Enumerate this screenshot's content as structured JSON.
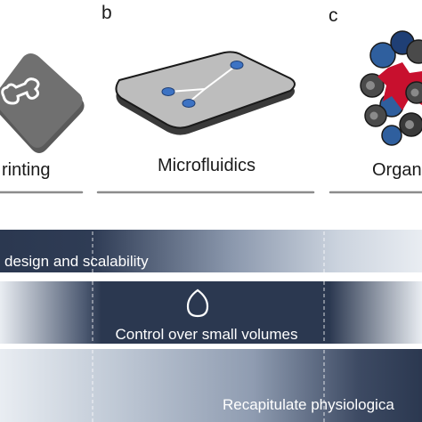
{
  "panels": [
    {
      "letter": "",
      "title": "rinting"
    },
    {
      "letter": "b",
      "title": "Microfluidics"
    },
    {
      "letter": "c",
      "title": "Organ"
    }
  ],
  "bands": [
    {
      "label": "design and scalability"
    },
    {
      "label": "Control over small volumes"
    },
    {
      "label": "Recapitulate physiologica"
    }
  ],
  "colors": {
    "navy": "#2b3850",
    "light": "#e9edf2",
    "drop_icon": "#ffffff",
    "chip_fill": "#bdbdbd",
    "chip_dark": "#3a3a3a",
    "channel_dot": "#3d73c4",
    "organoid_red": "#c8102e",
    "organoid_blue": "#2f5f9e",
    "organoid_grey": "#4a4a4a"
  },
  "icons": [
    "bone-icon",
    "chip-icon",
    "organoid-icon",
    "droplet-icon"
  ]
}
